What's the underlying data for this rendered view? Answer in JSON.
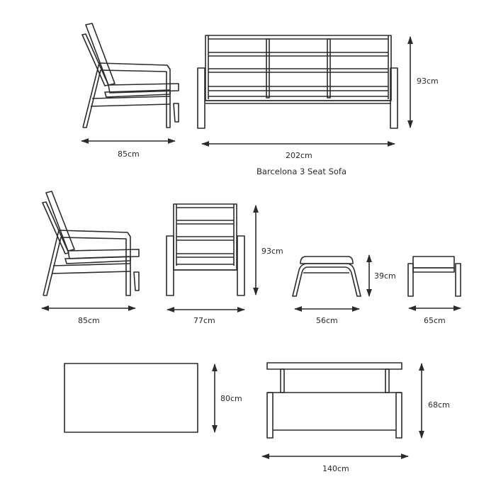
{
  "diagram": {
    "title": "Barcelona 3 Seat Sofa",
    "line_color": "#2b2b2b",
    "items": [
      {
        "name": "sofa-side-view",
        "dimension": "85cm",
        "axis": "width"
      },
      {
        "name": "sofa-front-view",
        "width": "202cm",
        "height": "93cm",
        "caption": "Barcelona 3 Seat Sofa"
      },
      {
        "name": "armchair-side-view",
        "dimension": "85cm",
        "axis": "width"
      },
      {
        "name": "armchair-front-view",
        "width": "77cm",
        "height": "93cm"
      },
      {
        "name": "footstool-side-view",
        "width": "56cm",
        "height": "39cm"
      },
      {
        "name": "footstool-front-view",
        "width": "65cm"
      },
      {
        "name": "coffee-table-top-view",
        "depth": "80cm"
      },
      {
        "name": "coffee-table-front-view",
        "width": "140cm",
        "height": "68cm"
      }
    ]
  },
  "labels": {
    "sofa_side_width": "85cm",
    "sofa_width": "202cm",
    "sofa_height": "93cm",
    "sofa_caption": "Barcelona 3 Seat Sofa",
    "chair_side_width": "85cm",
    "chair_width": "77cm",
    "chair_height": "93cm",
    "stool_width": "56cm",
    "stool_height": "39cm",
    "stool2_width": "65cm",
    "table_depth": "80cm",
    "table_width": "140cm",
    "table_height": "68cm"
  }
}
